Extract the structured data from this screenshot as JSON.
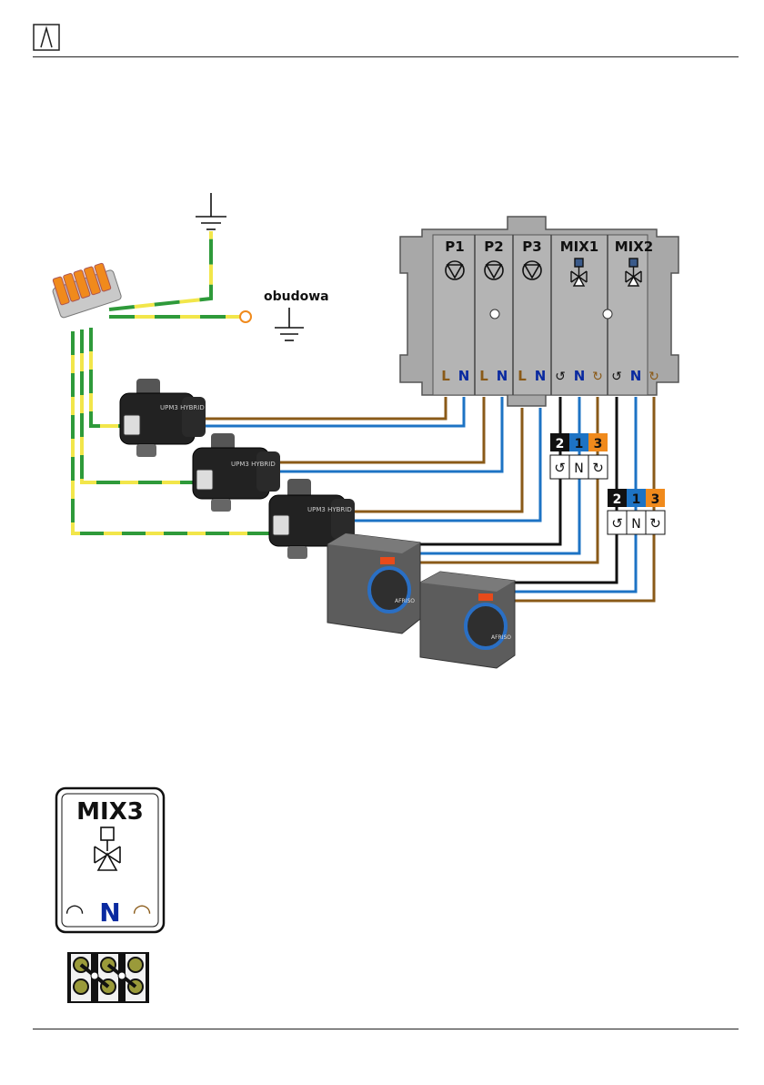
{
  "header": {
    "logo": "brand-logo-icon"
  },
  "ground_labels": {
    "casing": "obudowa"
  },
  "controller": {
    "modules": [
      {
        "id": "P1",
        "icon": "pump-icon",
        "terminals": [
          "L",
          "N"
        ]
      },
      {
        "id": "P2",
        "icon": "pump-icon",
        "terminals": [
          "L",
          "N"
        ]
      },
      {
        "id": "P3",
        "icon": "pump-icon",
        "terminals": [
          "L",
          "N"
        ]
      },
      {
        "id": "MIX1",
        "icon": "mixing-valve-icon",
        "terminals": [
          "↺",
          "N",
          "↻"
        ]
      },
      {
        "id": "MIX2",
        "icon": "mixing-valve-icon",
        "terminals": [
          "↺",
          "N",
          "↻"
        ]
      }
    ]
  },
  "pumps": [
    {
      "model": "UPM3 HYBRID"
    },
    {
      "model": "UPM3 HYBRID"
    },
    {
      "model": "UPM3 HYBRID"
    }
  ],
  "actuators": [
    {
      "brand": "AFRISO"
    },
    {
      "brand": "AFRISO"
    }
  ],
  "actuator_terminals": [
    {
      "numbers": [
        "2",
        "1",
        "3"
      ],
      "symbols": [
        "↺",
        "N",
        "↻"
      ]
    },
    {
      "numbers": [
        "2",
        "1",
        "3"
      ],
      "symbols": [
        "↺",
        "N",
        "↻"
      ]
    }
  ],
  "mix3_module": {
    "id": "MIX3",
    "terminals": [
      "N"
    ]
  },
  "colors": {
    "brown": "#8a5a18",
    "blue": "#1d73c4",
    "black": "#111111",
    "green": "#2e9a3a",
    "yellow": "#f2e64a",
    "orange": "#f08a1c",
    "housing": "#a8a8a8",
    "terminal_blue": "#0a2aa0"
  }
}
